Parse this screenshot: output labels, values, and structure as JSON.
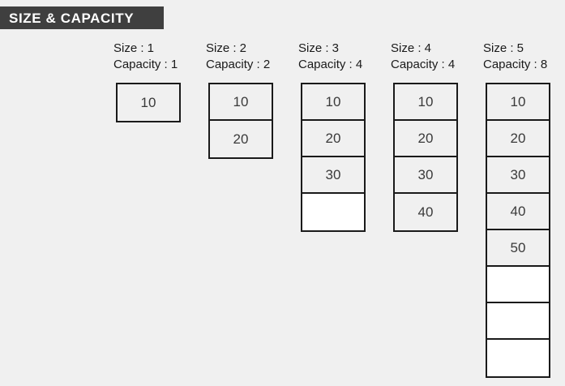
{
  "banner": {
    "title": "SIZE & CAPACITY",
    "background_color": "#3f3f3f",
    "text_color": "#ffffff"
  },
  "page": {
    "background_color": "#f0f0f0",
    "cell_filled_color": "#f0f0f0",
    "cell_empty_color": "#ffffff",
    "cell_border_color": "#1a1a1a",
    "text_color": "#3a3a3a"
  },
  "columns": [
    {
      "size_label": "Size : 1",
      "capacity_label": "Capacity : 1",
      "size": 1,
      "capacity": 1,
      "cells": [
        {
          "value": "10",
          "filled": true
        }
      ]
    },
    {
      "size_label": "Size : 2",
      "capacity_label": "Capacity : 2",
      "size": 2,
      "capacity": 2,
      "cells": [
        {
          "value": "10",
          "filled": true
        },
        {
          "value": "20",
          "filled": true
        }
      ]
    },
    {
      "size_label": "Size : 3",
      "capacity_label": "Capacity : 4",
      "size": 3,
      "capacity": 4,
      "cells": [
        {
          "value": "10",
          "filled": true
        },
        {
          "value": "20",
          "filled": true
        },
        {
          "value": "30",
          "filled": true
        },
        {
          "value": "",
          "filled": false
        }
      ]
    },
    {
      "size_label": "Size : 4",
      "capacity_label": "Capacity : 4",
      "size": 4,
      "capacity": 4,
      "cells": [
        {
          "value": "10",
          "filled": true
        },
        {
          "value": "20",
          "filled": true
        },
        {
          "value": "30",
          "filled": true
        },
        {
          "value": "40",
          "filled": true
        }
      ]
    },
    {
      "size_label": "Size : 5",
      "capacity_label": "Capacity : 8",
      "size": 5,
      "capacity": 8,
      "cells": [
        {
          "value": "10",
          "filled": true
        },
        {
          "value": "20",
          "filled": true
        },
        {
          "value": "30",
          "filled": true
        },
        {
          "value": "40",
          "filled": true
        },
        {
          "value": "50",
          "filled": true
        },
        {
          "value": "",
          "filled": false
        },
        {
          "value": "",
          "filled": false
        },
        {
          "value": "",
          "filled": false
        }
      ]
    }
  ]
}
